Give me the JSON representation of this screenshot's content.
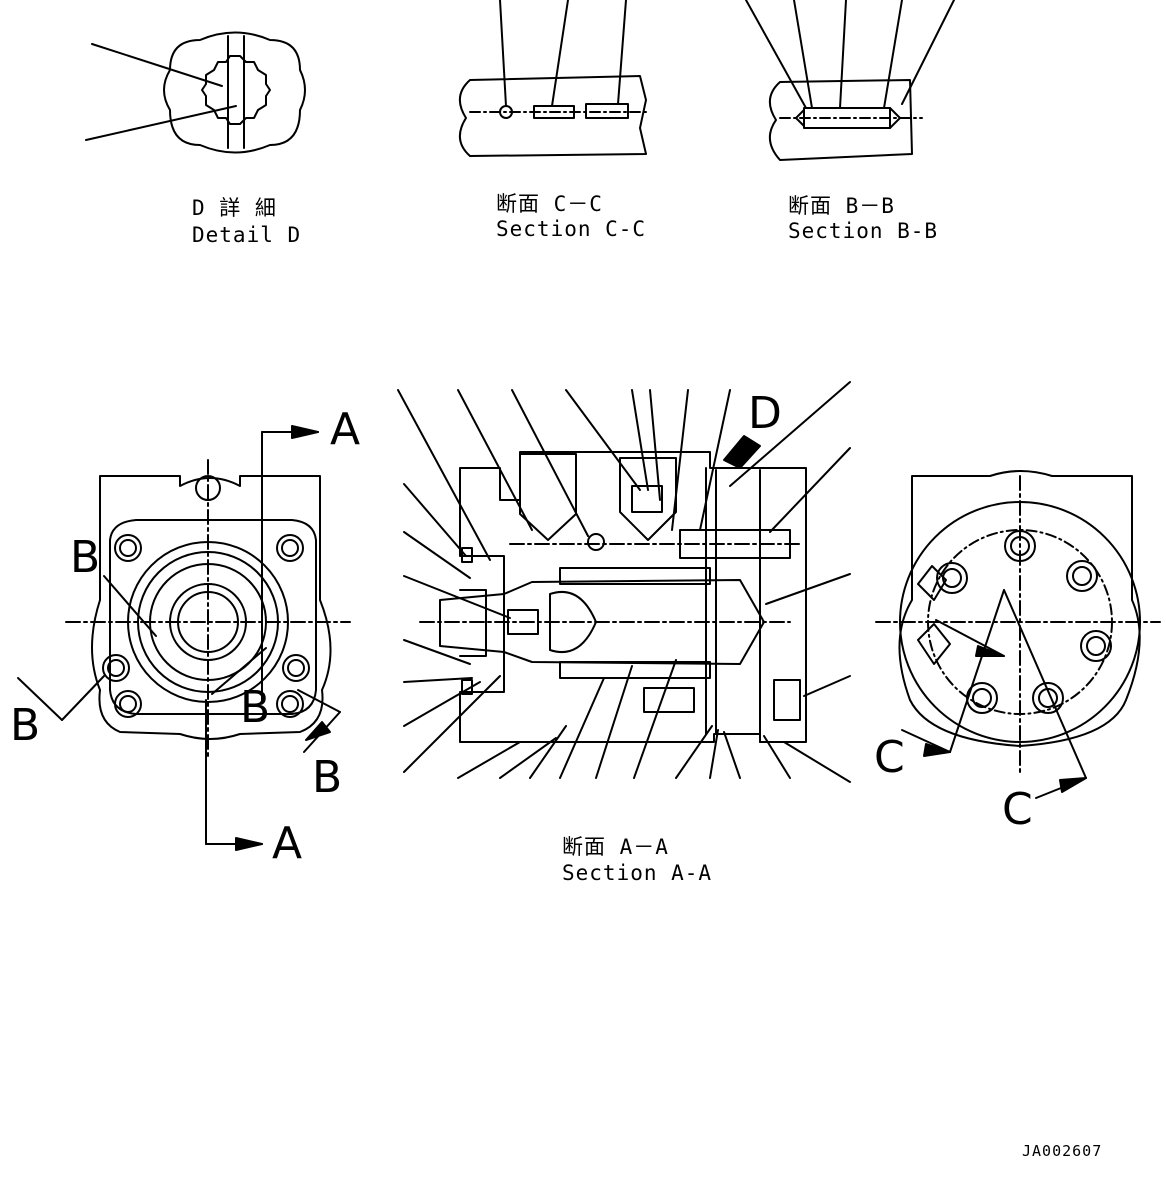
{
  "captions": {
    "detail_d": {
      "ja": "D 詳 細",
      "en": "Detail D"
    },
    "section_cc": {
      "ja": "断面  C－C",
      "en": "Section C-C"
    },
    "section_bb": {
      "ja": "断面  B－B",
      "en": "Section B-B"
    },
    "section_aa": {
      "ja": "断面  A－A",
      "en": "Section A-A"
    }
  },
  "section_markers": {
    "a": "A",
    "b": "B",
    "c": "C",
    "d": "D"
  },
  "drawing_ref": "JA002607",
  "colors": {
    "line": "#000000",
    "background": "#ffffff"
  }
}
